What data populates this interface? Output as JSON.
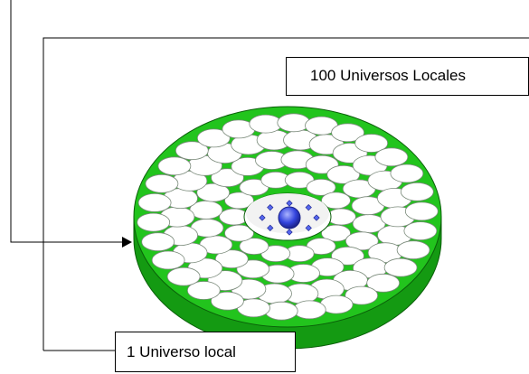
{
  "labels": {
    "top": "100 Universos Locales",
    "bottom": "1 Universo local"
  },
  "colors": {
    "disc_top": "#22c41d",
    "disc_side": "#149a12",
    "cell_fill": "#ffffff",
    "hole_fill": "#ffffff",
    "center_sphere": "#3344dd",
    "satellite": "#5566ee",
    "line": "#000000"
  },
  "diagram": {
    "cells": 100,
    "center_objects": 1,
    "satellite_objects": 8
  }
}
